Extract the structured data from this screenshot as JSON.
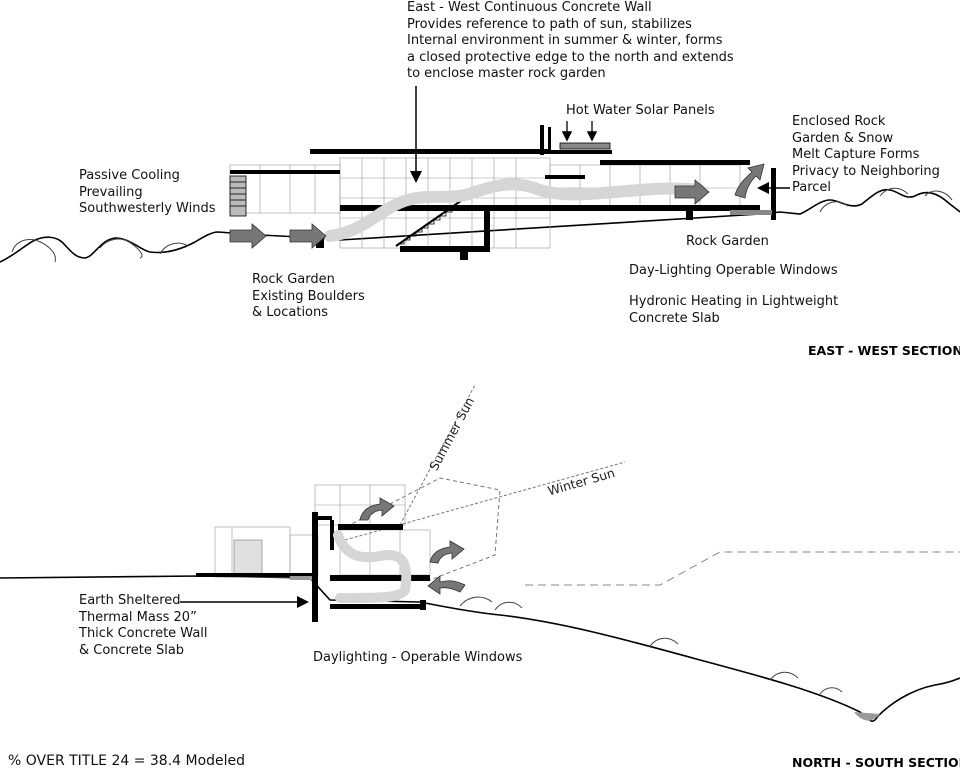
{
  "east_west": {
    "title": "EAST - WEST SECTION",
    "labels": {
      "concrete_wall": "East - West Continuous Concrete Wall\nProvides reference to path of sun, stabilizes\nInternal environment in summer & winter, forms\na closed protective edge to the north and extends\nto enclose master rock garden",
      "solar_panels": "Hot Water Solar Panels",
      "enclosed_rock_garden": "Enclosed Rock\nGarden & Snow\nMelt Capture Forms\nPrivacy to Neighboring\nParcel",
      "passive_cooling": "Passive Cooling\nPrevailing\nSouthwesterly Winds",
      "rock_garden_boulders": "Rock Garden\nExisting Boulders\n& Locations",
      "rock_garden": "Rock Garden",
      "daylighting_windows": "Day-Lighting Operable Windows",
      "hydronic_heating": "Hydronic Heating in Lightweight\nConcrete Slab"
    }
  },
  "north_south": {
    "title": "NORTH - SOUTH SECTION",
    "labels": {
      "summer_sun": "Summer Sun",
      "winter_sun": "Winter Sun",
      "earth_sheltered": "Earth Sheltered\nThermal Mass 20”\nThick Concrete Wall\n& Concrete Slab",
      "daylighting": "Daylighting - Operable Windows"
    }
  },
  "footer": {
    "title24_note": "% OVER TITLE 24 = 38.4  Modeled"
  }
}
